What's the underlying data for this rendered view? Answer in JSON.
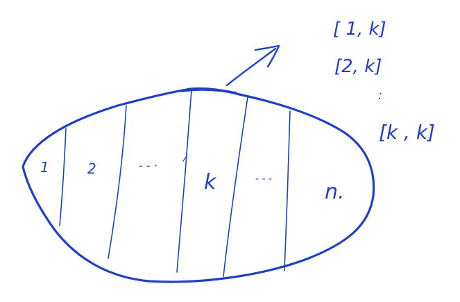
{
  "colors": {
    "ink": "#1f3fc4",
    "background": "#ffffff"
  },
  "regions": [
    {
      "label": "1"
    },
    {
      "label": "2"
    },
    {
      "label": "- - ·"
    },
    {
      "label": "k"
    },
    {
      "label": "- - -"
    },
    {
      "label": "n."
    }
  ],
  "annotation": {
    "intervals": [
      "[ 1, k]",
      "[2, k]",
      ":",
      "[k , k]"
    ]
  }
}
